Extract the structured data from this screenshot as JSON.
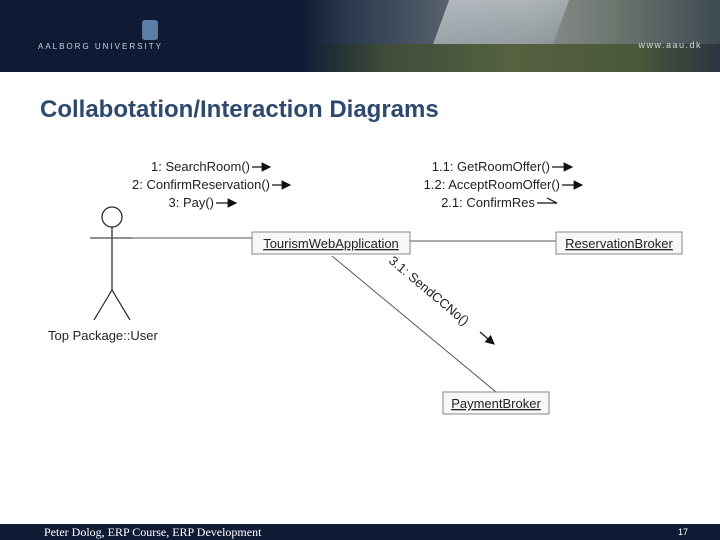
{
  "header": {
    "logo_text": "AALBORG UNIVERSITY",
    "url": "www.aau.dk"
  },
  "slide": {
    "title": "Collabotation/Interaction Diagrams"
  },
  "diagram": {
    "actor_label": "Top Package::User",
    "objects": {
      "web_app": "TourismWebApplication",
      "reservation_broker": "ReservationBroker",
      "payment_broker": "PaymentBroker"
    },
    "messages_user_to_app": [
      "1: SearchRoom()",
      "2: ConfirmReservation()",
      "3: Pay()"
    ],
    "messages_app_to_broker": [
      "1.1: GetRoomOffer()",
      "1.2: AcceptRoomOffer()",
      "2.1: ConfirmRes"
    ],
    "message_app_to_payment": "3.1: SendCCNo()"
  },
  "footer": {
    "text": "Peter Dolog, ERP Course, ERP Development",
    "page_number": "17"
  }
}
